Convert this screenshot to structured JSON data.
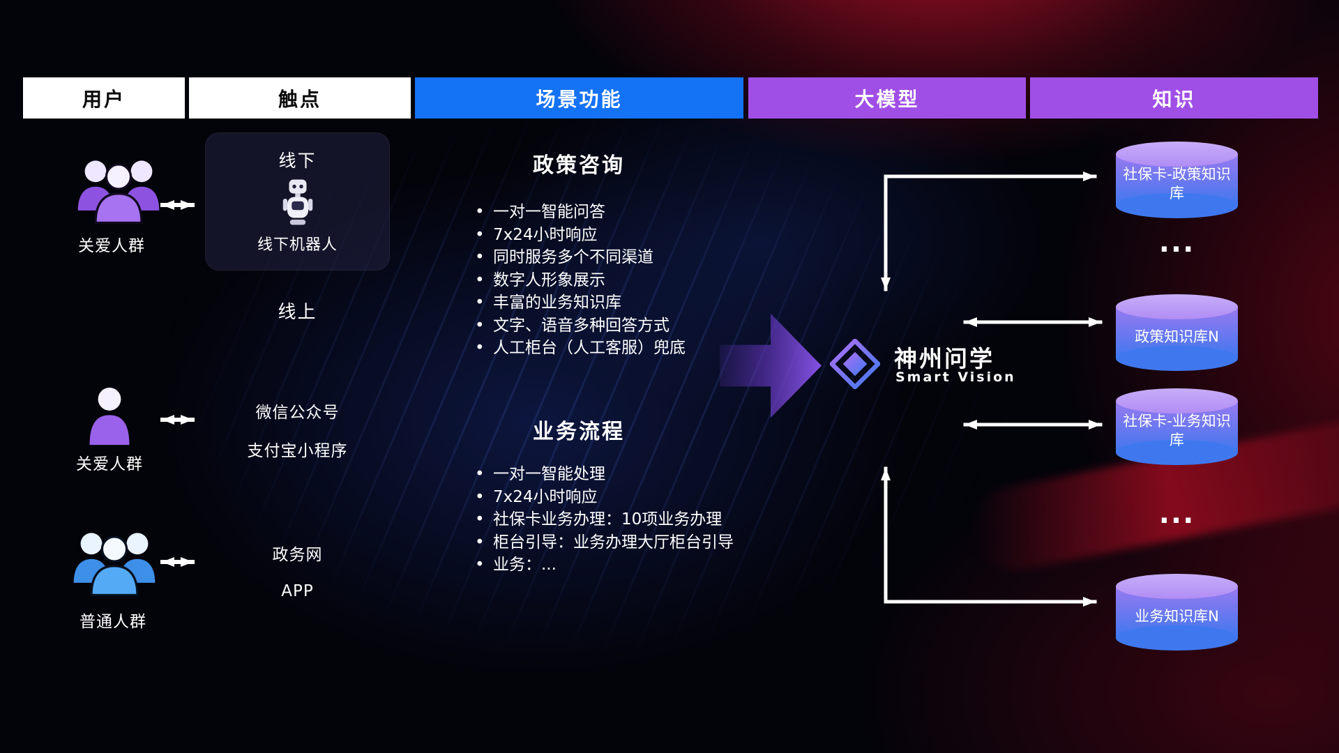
{
  "headers": [
    {
      "label": "用户"
    },
    {
      "label": "触点"
    },
    {
      "label": "场景功能"
    },
    {
      "label": "大模型"
    },
    {
      "label": "知识"
    }
  ],
  "users": [
    {
      "label": "关爱人群",
      "icon": "group-people-icon",
      "color": "purple"
    },
    {
      "label": "关爱人群",
      "icon": "single-person-icon",
      "color": "purple"
    },
    {
      "label": "普通人群",
      "icon": "group-people-icon",
      "color": "blue"
    }
  ],
  "touchpoints": {
    "offline_title": "线下",
    "offline_robot_label": "线下机器人",
    "online_title": "线上",
    "channels": [
      "微信公众号",
      "支付宝小程序",
      "政务网",
      "APP"
    ]
  },
  "scenes": [
    {
      "title": "政策咨询",
      "items": [
        "一对一智能问答",
        "7x24小时响应",
        "同时服务多个不同渠道",
        "数字人形象展示",
        "丰富的业务知识库",
        "文字、语音多种回答方式",
        "人工柜台（人工客服）兜底"
      ]
    },
    {
      "title": "业务流程",
      "items": [
        "一对一智能处理",
        "7x24小时响应",
        "社保卡业务办理：10项业务办理",
        "柜台引导：业务办理大厅柜台引导",
        "业务：..."
      ]
    }
  ],
  "model": {
    "name": "神州问学",
    "subtitle": "Smart Vision",
    "logo_icon": "diamond-logo-icon"
  },
  "knowledge": {
    "cylinders": [
      {
        "label": "社保卡-政策知识库"
      },
      {
        "label": "政策知识库N"
      },
      {
        "label": "社保卡-业务知识库"
      },
      {
        "label": "业务知识库N"
      }
    ],
    "more_top": "...",
    "more_bottom": "..."
  },
  "colors": {
    "header_blue": "#1472f5",
    "header_purple": "#a04fe6",
    "user_purple": "#9a61ea",
    "user_blue": "#47a0f3",
    "cylinder_top": "#b18df4",
    "cylinder_gradient_start": "#9a79f0",
    "cylinder_gradient_end": "#3f78ee",
    "flow_arrow_purple": "#8a55ec",
    "arrow_white": "#ffffff",
    "background_red": "#b00e24",
    "background_black": "#03030a"
  }
}
